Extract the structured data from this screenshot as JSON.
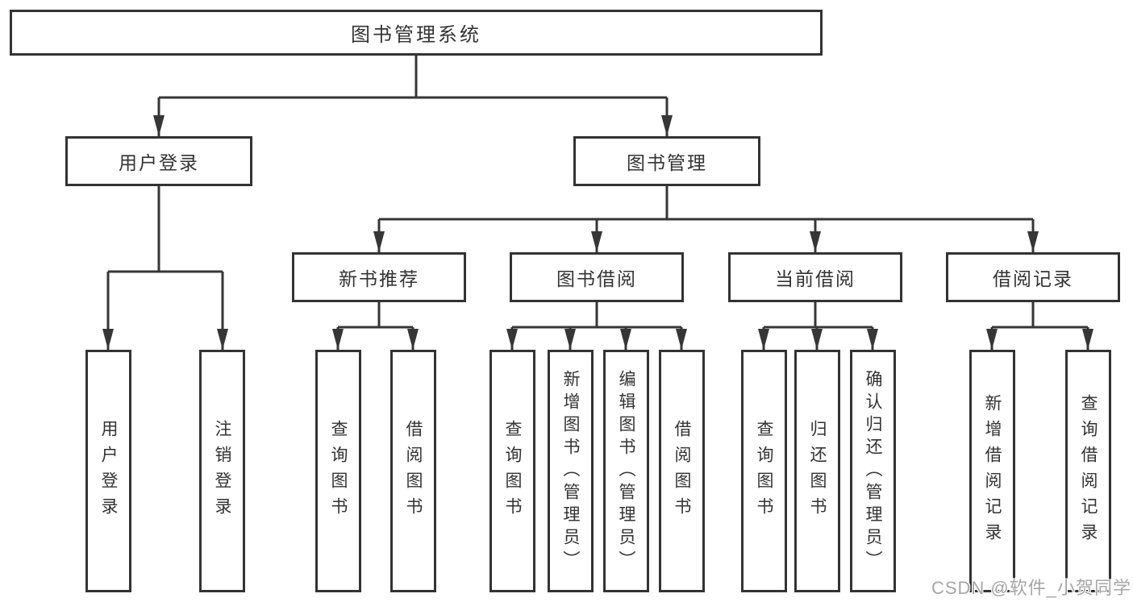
{
  "tree": {
    "label": "图书管理系统",
    "children": [
      {
        "label": "用户登录",
        "children": [
          {
            "label": "用户登录"
          },
          {
            "label": "注销登录"
          }
        ]
      },
      {
        "label": "图书管理",
        "children": [
          {
            "label": "新书推荐",
            "children": [
              {
                "label": "查询图书"
              },
              {
                "label": "借阅图书"
              }
            ]
          },
          {
            "label": "图书借阅",
            "children": [
              {
                "label": "查询图书"
              },
              {
                "label": "新增图书（管理员）"
              },
              {
                "label": "编辑图书（管理员）"
              },
              {
                "label": "借阅图书"
              }
            ]
          },
          {
            "label": "当前借阅",
            "children": [
              {
                "label": "查询图书"
              },
              {
                "label": "归还图书"
              },
              {
                "label": "确认归还（管理员）"
              }
            ]
          },
          {
            "label": "借阅记录",
            "children": [
              {
                "label": "新增借阅记录"
              },
              {
                "label": "查询借阅记录"
              }
            ]
          }
        ]
      }
    ]
  },
  "watermark": "CSDN @软件_小贺同学",
  "colors": {
    "line": "#363636",
    "border": "#333333",
    "text": "#333333",
    "background": "#ffffff",
    "watermark": "#a6a6a6"
  }
}
